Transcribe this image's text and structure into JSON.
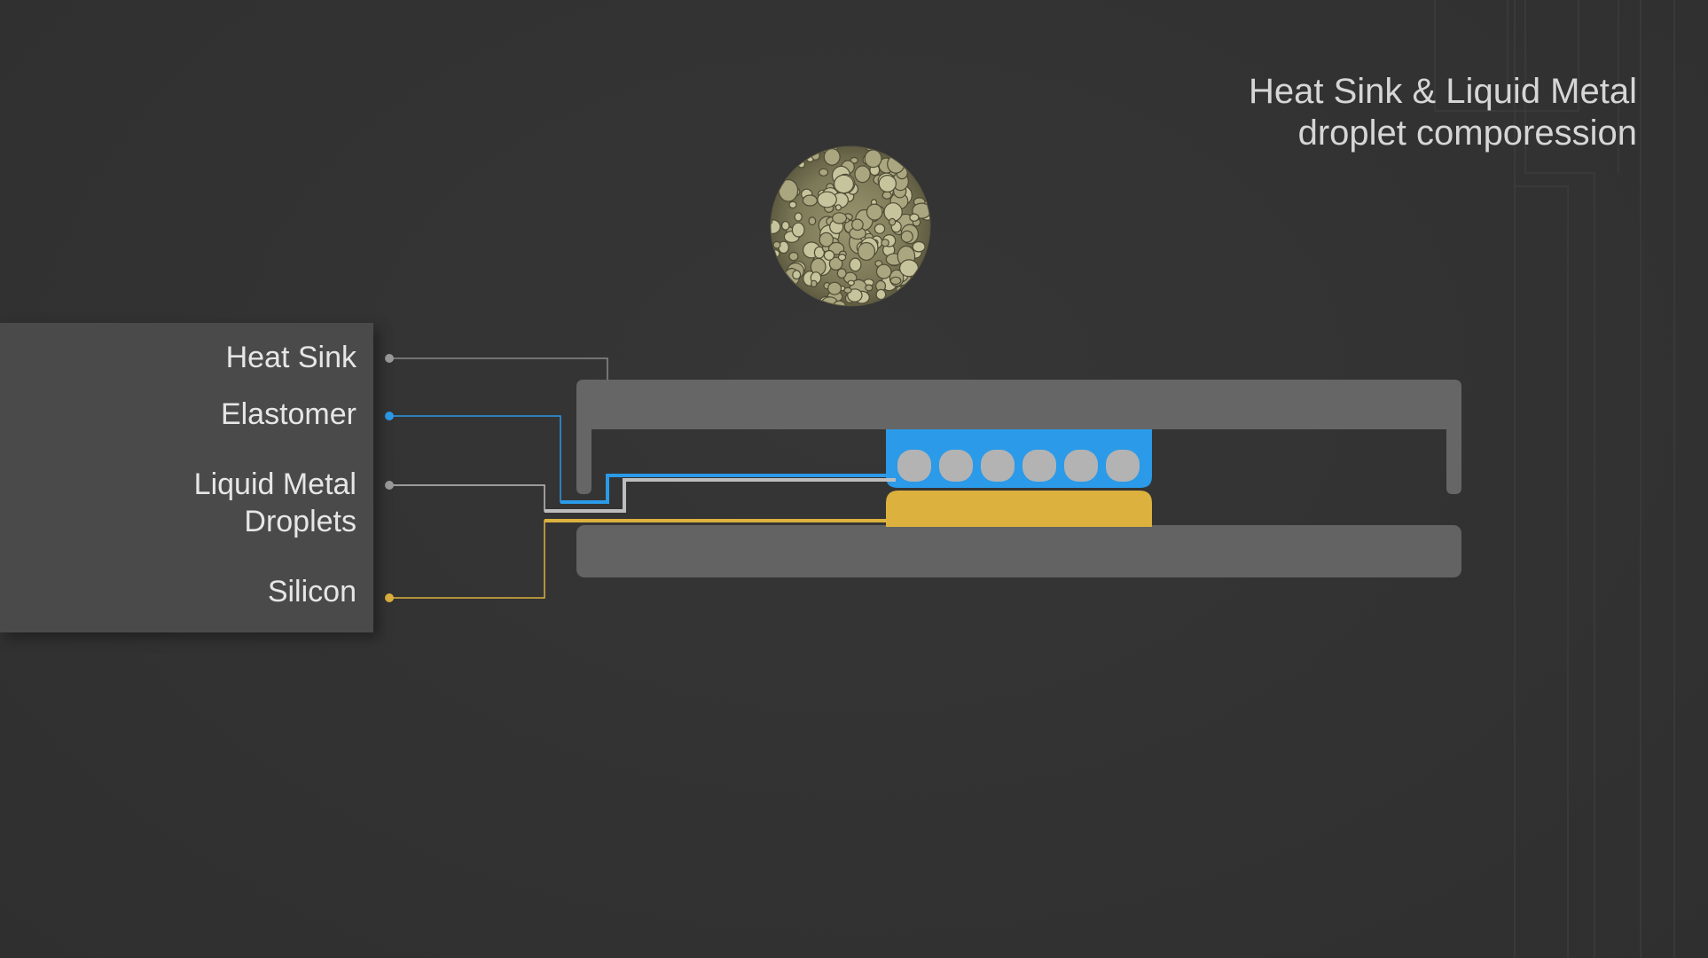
{
  "title": {
    "line1": "Heat Sink & Liquid Metal",
    "line2": "droplet comporession"
  },
  "legend": {
    "heat_sink": "Heat Sink",
    "elastomer": "Elastomer",
    "droplets_line1": "Liquid Metal",
    "droplets_line2": "Droplets",
    "silicon": "Silicon"
  },
  "colors": {
    "background": "#333333",
    "panel": "#4a4a4a",
    "heat_sink": "#666666",
    "elastomer": "#2b9ae8",
    "droplet": "#b3b3b3",
    "silicon": "#dcb13e",
    "leader_gray": "#9a9a9a"
  },
  "diagram": {
    "droplet_count": 6
  }
}
